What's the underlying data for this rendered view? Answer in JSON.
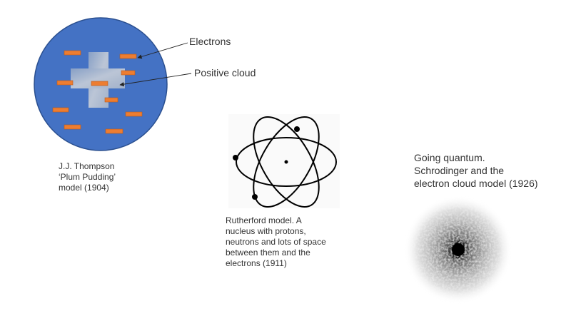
{
  "thomson": {
    "electrons_label": "Electrons",
    "positive_cloud_label": "Positive cloud",
    "caption": "J.J. Thompson\n‘Plum Pudding’\nmodel (1904)",
    "colors": {
      "sphere": "#4472c4",
      "sphere_edge": "#2a4f8f",
      "electron": "#ed7d31",
      "electron_edge": "#b85a1a",
      "cloud": "#b9c4d3"
    }
  },
  "rutherford": {
    "caption": "Rutherford model. A\nnucleus with protons,\nneutrons and lots of space\nbetween them and the\nelectrons (1911)"
  },
  "quantum": {
    "caption": "Going quantum.\nSchrodinger and the\nelectron cloud model (1926)"
  }
}
